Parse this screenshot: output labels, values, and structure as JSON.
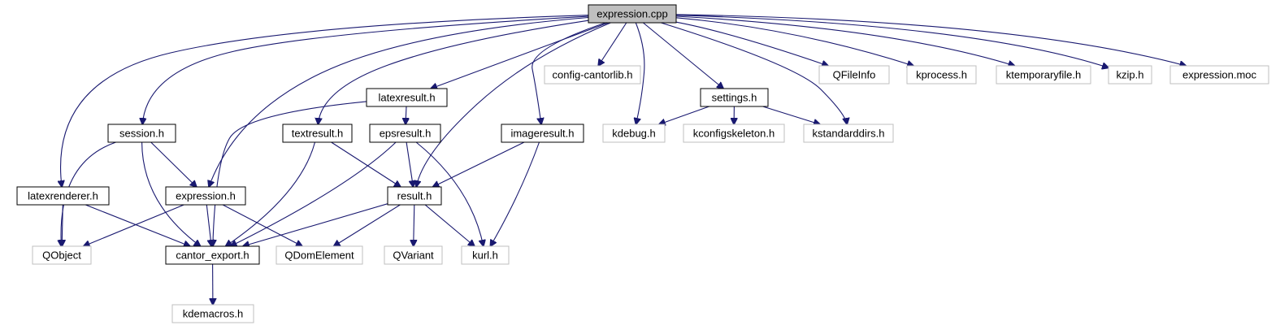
{
  "diagram": {
    "title": "expression.cpp include dependency graph",
    "colors": {
      "edge": "#191970",
      "root_fill": "#bfbfbf",
      "root_stroke": "#000000",
      "documented_stroke": "#000000",
      "external_stroke": "#bfbfbf",
      "node_fill": "#ffffff"
    },
    "nodes": [
      {
        "id": "expression_cpp",
        "label": "expression.cpp",
        "kind": "root"
      },
      {
        "id": "session_h",
        "label": "session.h",
        "kind": "documented"
      },
      {
        "id": "latexrenderer_h",
        "label": "latexrenderer.h",
        "kind": "documented"
      },
      {
        "id": "expression_h",
        "label": "expression.h",
        "kind": "documented"
      },
      {
        "id": "latexresult_h",
        "label": "latexresult.h",
        "kind": "documented"
      },
      {
        "id": "textresult_h",
        "label": "textresult.h",
        "kind": "documented"
      },
      {
        "id": "epsresult_h",
        "label": "epsresult.h",
        "kind": "documented"
      },
      {
        "id": "imageresult_h",
        "label": "imageresult.h",
        "kind": "documented"
      },
      {
        "id": "result_h",
        "label": "result.h",
        "kind": "documented"
      },
      {
        "id": "cantor_export_h",
        "label": "cantor_export.h",
        "kind": "documented"
      },
      {
        "id": "settings_h",
        "label": "settings.h",
        "kind": "documented"
      },
      {
        "id": "config_cantorlib_h",
        "label": "config-cantorlib.h",
        "kind": "external"
      },
      {
        "id": "kdebug_h",
        "label": "kdebug.h",
        "kind": "external"
      },
      {
        "id": "kconfigskeleton_h",
        "label": "kconfigskeleton.h",
        "kind": "external"
      },
      {
        "id": "kstandarddirs_h",
        "label": "kstandarddirs.h",
        "kind": "external"
      },
      {
        "id": "qfileinfo",
        "label": "QFileInfo",
        "kind": "external"
      },
      {
        "id": "kprocess_h",
        "label": "kprocess.h",
        "kind": "external"
      },
      {
        "id": "ktemporaryfile_h",
        "label": "ktemporaryfile.h",
        "kind": "external"
      },
      {
        "id": "kzip_h",
        "label": "kzip.h",
        "kind": "external"
      },
      {
        "id": "expression_moc",
        "label": "expression.moc",
        "kind": "external"
      },
      {
        "id": "qobject",
        "label": "QObject",
        "kind": "external"
      },
      {
        "id": "qdomelement",
        "label": "QDomElement",
        "kind": "external"
      },
      {
        "id": "qvariant",
        "label": "QVariant",
        "kind": "external"
      },
      {
        "id": "kurl_h",
        "label": "kurl.h",
        "kind": "external"
      },
      {
        "id": "kdemacros_h",
        "label": "kdemacros.h",
        "kind": "external"
      }
    ],
    "edges": [
      [
        "expression_cpp",
        "session_h"
      ],
      [
        "expression_cpp",
        "latexrenderer_h"
      ],
      [
        "expression_cpp",
        "expression_h"
      ],
      [
        "expression_cpp",
        "latexresult_h"
      ],
      [
        "expression_cpp",
        "textresult_h"
      ],
      [
        "expression_cpp",
        "imageresult_h"
      ],
      [
        "expression_cpp",
        "result_h"
      ],
      [
        "expression_cpp",
        "config_cantorlib_h"
      ],
      [
        "expression_cpp",
        "kdebug_h"
      ],
      [
        "expression_cpp",
        "settings_h"
      ],
      [
        "expression_cpp",
        "kstandarddirs_h"
      ],
      [
        "expression_cpp",
        "qfileinfo"
      ],
      [
        "expression_cpp",
        "kprocess_h"
      ],
      [
        "expression_cpp",
        "ktemporaryfile_h"
      ],
      [
        "expression_cpp",
        "kzip_h"
      ],
      [
        "expression_cpp",
        "expression_moc"
      ],
      [
        "session_h",
        "expression_h"
      ],
      [
        "session_h",
        "qobject"
      ],
      [
        "session_h",
        "cantor_export_h"
      ],
      [
        "latexrenderer_h",
        "qobject"
      ],
      [
        "latexrenderer_h",
        "cantor_export_h"
      ],
      [
        "expression_h",
        "qobject"
      ],
      [
        "expression_h",
        "cantor_export_h"
      ],
      [
        "expression_h",
        "qdomelement"
      ],
      [
        "latexresult_h",
        "epsresult_h"
      ],
      [
        "latexresult_h",
        "cantor_export_h"
      ],
      [
        "textresult_h",
        "result_h"
      ],
      [
        "textresult_h",
        "cantor_export_h"
      ],
      [
        "epsresult_h",
        "result_h"
      ],
      [
        "epsresult_h",
        "cantor_export_h"
      ],
      [
        "epsresult_h",
        "kurl_h"
      ],
      [
        "imageresult_h",
        "result_h"
      ],
      [
        "imageresult_h",
        "kurl_h"
      ],
      [
        "result_h",
        "cantor_export_h"
      ],
      [
        "result_h",
        "qdomelement"
      ],
      [
        "result_h",
        "qvariant"
      ],
      [
        "result_h",
        "kurl_h"
      ],
      [
        "cantor_export_h",
        "kdemacros_h"
      ],
      [
        "settings_h",
        "kdebug_h"
      ],
      [
        "settings_h",
        "kconfigskeleton_h"
      ],
      [
        "settings_h",
        "kstandarddirs_h"
      ]
    ]
  }
}
